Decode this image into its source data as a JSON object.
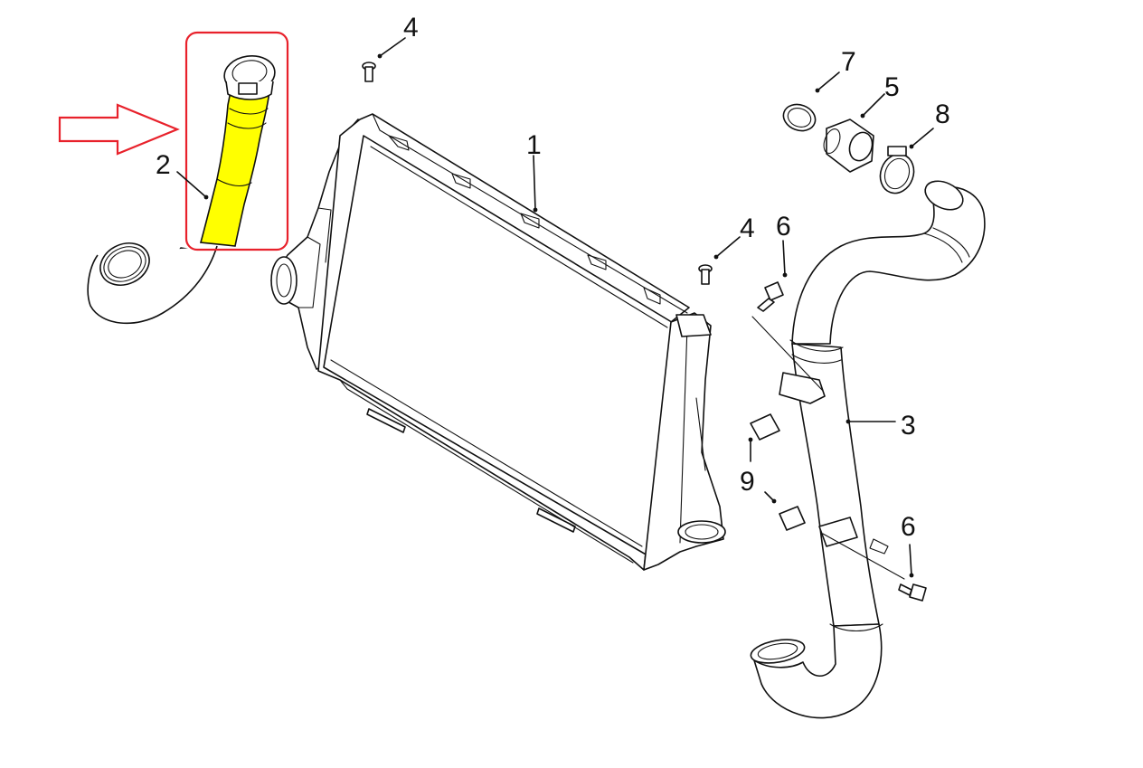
{
  "callouts": {
    "c1": "1",
    "c2": "2",
    "c3": "3",
    "c4a": "4",
    "c4b": "4",
    "c5": "5",
    "c6a": "6",
    "c6b": "6",
    "c7": "7",
    "c8": "8",
    "c9": "9"
  },
  "colors": {
    "highlight_frame": "#e8212b",
    "highlight_fill": "#ffff00",
    "arrow": "#e8212b",
    "line": "#111111"
  }
}
